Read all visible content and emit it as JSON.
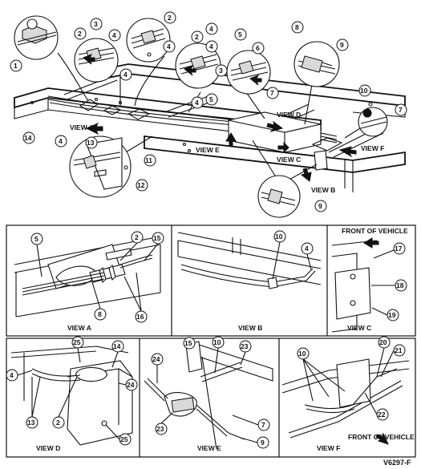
{
  "figure_id": "V6297-F",
  "views": {
    "a": "VIEW A",
    "b": "VIEW B",
    "c": "VIEW C",
    "d": "VIEW D",
    "e": "VIEW E",
    "f": "VIEW F"
  },
  "front_of_vehicle": "FRONT OF VEHICLE",
  "callouts": {
    "n1": "1",
    "n2": "2",
    "n3": "3",
    "n4": "4",
    "n5": "5",
    "n6": "6",
    "n7": "7",
    "n8": "8",
    "n9": "9",
    "n10": "10",
    "n11": "11",
    "n12": "12",
    "n13": "13",
    "n14": "14",
    "n15": "15",
    "n16": "16",
    "n17": "17",
    "n18": "18",
    "n19": "19",
    "n20": "20",
    "n21": "21",
    "n22": "22",
    "n23": "23",
    "n24": "24",
    "n25": "25"
  }
}
